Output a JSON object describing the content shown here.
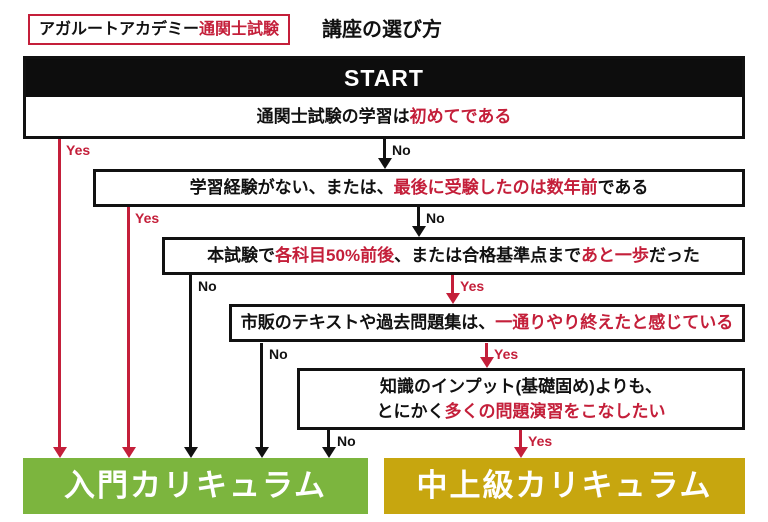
{
  "header": {
    "brand_black": "アガルートアカデミー",
    "brand_red": "通関士試験",
    "title": "講座の選び方"
  },
  "flow": {
    "start_label": "START",
    "q1": {
      "black1": "通関士試験の学習は",
      "red1": "初めてである"
    },
    "q2": {
      "black1": "学習経験がない、または、",
      "red1": "最後に受験したのは数年前",
      "black2": "である"
    },
    "q3": {
      "black1": "本試験で",
      "red1": "各科目50%前後",
      "black2": "、または合格基準点まで",
      "red2": "あと一歩",
      "black3": "だった"
    },
    "q4": {
      "black1": "市販のテキストや過去問題集は、",
      "red1": "一通りやり終えたと感じている"
    },
    "q5": {
      "line1_black": "知識のインプット(基礎固め)よりも、",
      "line2_black": "とにかく",
      "line2_red": "多くの問題演習をこなしたい"
    }
  },
  "labels": {
    "yes": "Yes",
    "no": "No"
  },
  "outcomes": {
    "beginner": "入門カリキュラム",
    "advanced": "中上級カリキュラム"
  },
  "colors": {
    "red": "#C41F3A",
    "green": "#7CB53E",
    "gold": "#C7A60F",
    "black": "#111111"
  }
}
